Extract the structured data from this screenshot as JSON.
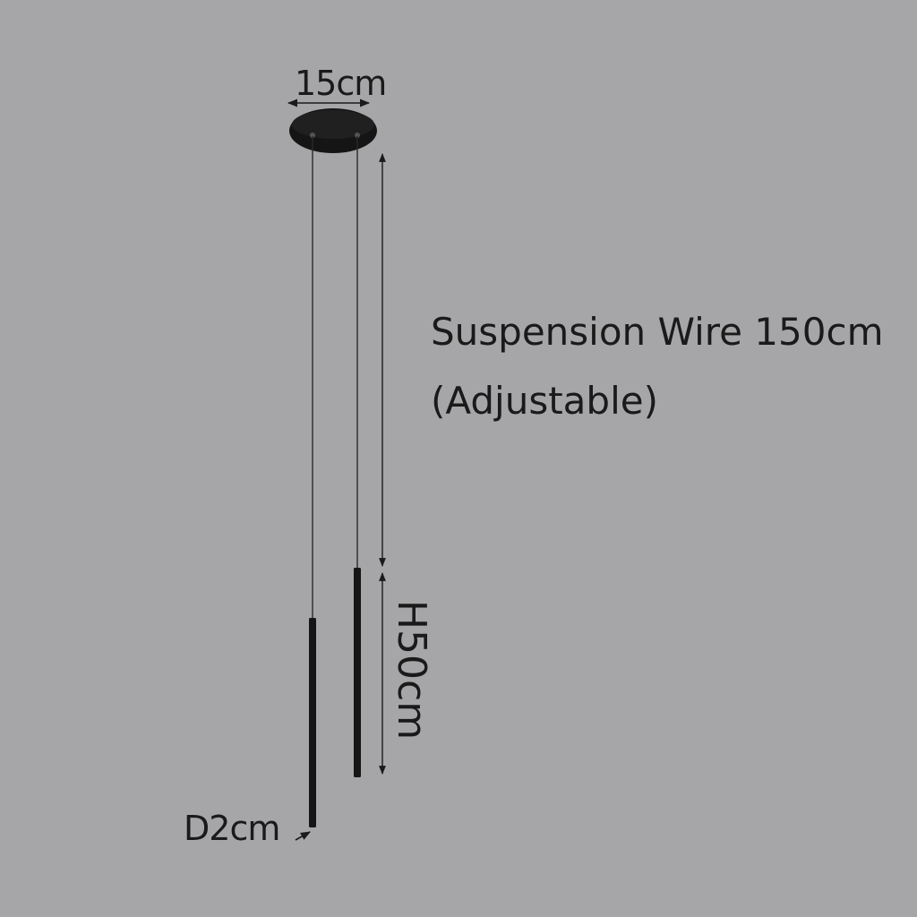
{
  "labels": {
    "canopy_width": "15cm",
    "wire_line1": "Suspension Wire 150cm",
    "wire_line2": "(Adjustable)",
    "tube_height": "H50cm",
    "tube_diameter": "D2cm"
  },
  "colors": {
    "background": "#a6a6a8",
    "lamp": "#151515",
    "text": "#1a1a1a"
  }
}
